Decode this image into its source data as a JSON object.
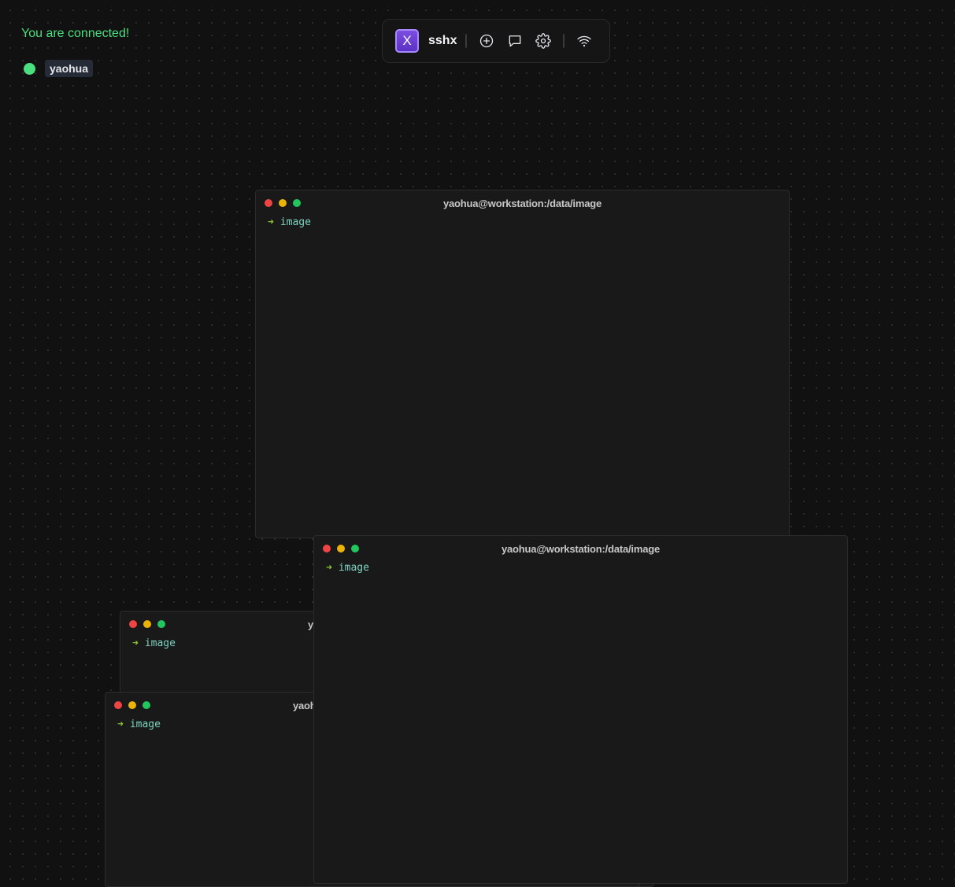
{
  "connection": {
    "status_text": "You are connected!",
    "users": [
      {
        "name": "yaohua",
        "status_color": "#4ade80"
      }
    ]
  },
  "toolbar": {
    "logo_letter": "X",
    "app_name": "sshx",
    "buttons": [
      {
        "icon": "plus-circle-icon",
        "label": "New terminal"
      },
      {
        "icon": "chat-icon",
        "label": "Chat"
      },
      {
        "icon": "gear-icon",
        "label": "Settings"
      },
      {
        "icon": "wifi-icon",
        "label": "Network"
      }
    ]
  },
  "terminals": [
    {
      "title": "yaohua@workstation:/data/image",
      "prompt_symbol": "➜",
      "cwd": "image"
    },
    {
      "title": "yaohua@workstation:/data/image",
      "prompt_symbol": "➜",
      "cwd": "image"
    },
    {
      "title": "yaohua@workstation:/data/image",
      "prompt_symbol": "➜",
      "cwd": "image"
    },
    {
      "title": "yaohua@workstation:/data/image",
      "prompt_symbol": "➜",
      "cwd": "image"
    }
  ],
  "colors": {
    "background": "#111111",
    "connected": "#4ade80",
    "accent": "#7c4ddf",
    "close": "#ef4444",
    "minimize": "#eab308",
    "maximize": "#22c55e"
  }
}
